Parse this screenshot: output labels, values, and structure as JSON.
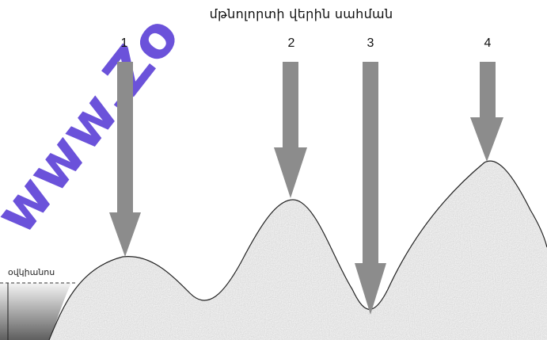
{
  "diagram": {
    "title": "մթնոլորտի վերին սահման",
    "ocean_label": "օվկիանոս",
    "arrows": [
      {
        "label": "1"
      },
      {
        "label": "2"
      },
      {
        "label": "3"
      },
      {
        "label": "4"
      }
    ],
    "colors": {
      "terrain": "#b9b9b9",
      "terrain_outline": "#222222",
      "arrow": "#8c8c8c",
      "watermark": "#5b3fd6"
    },
    "watermark": "www.Zo"
  }
}
